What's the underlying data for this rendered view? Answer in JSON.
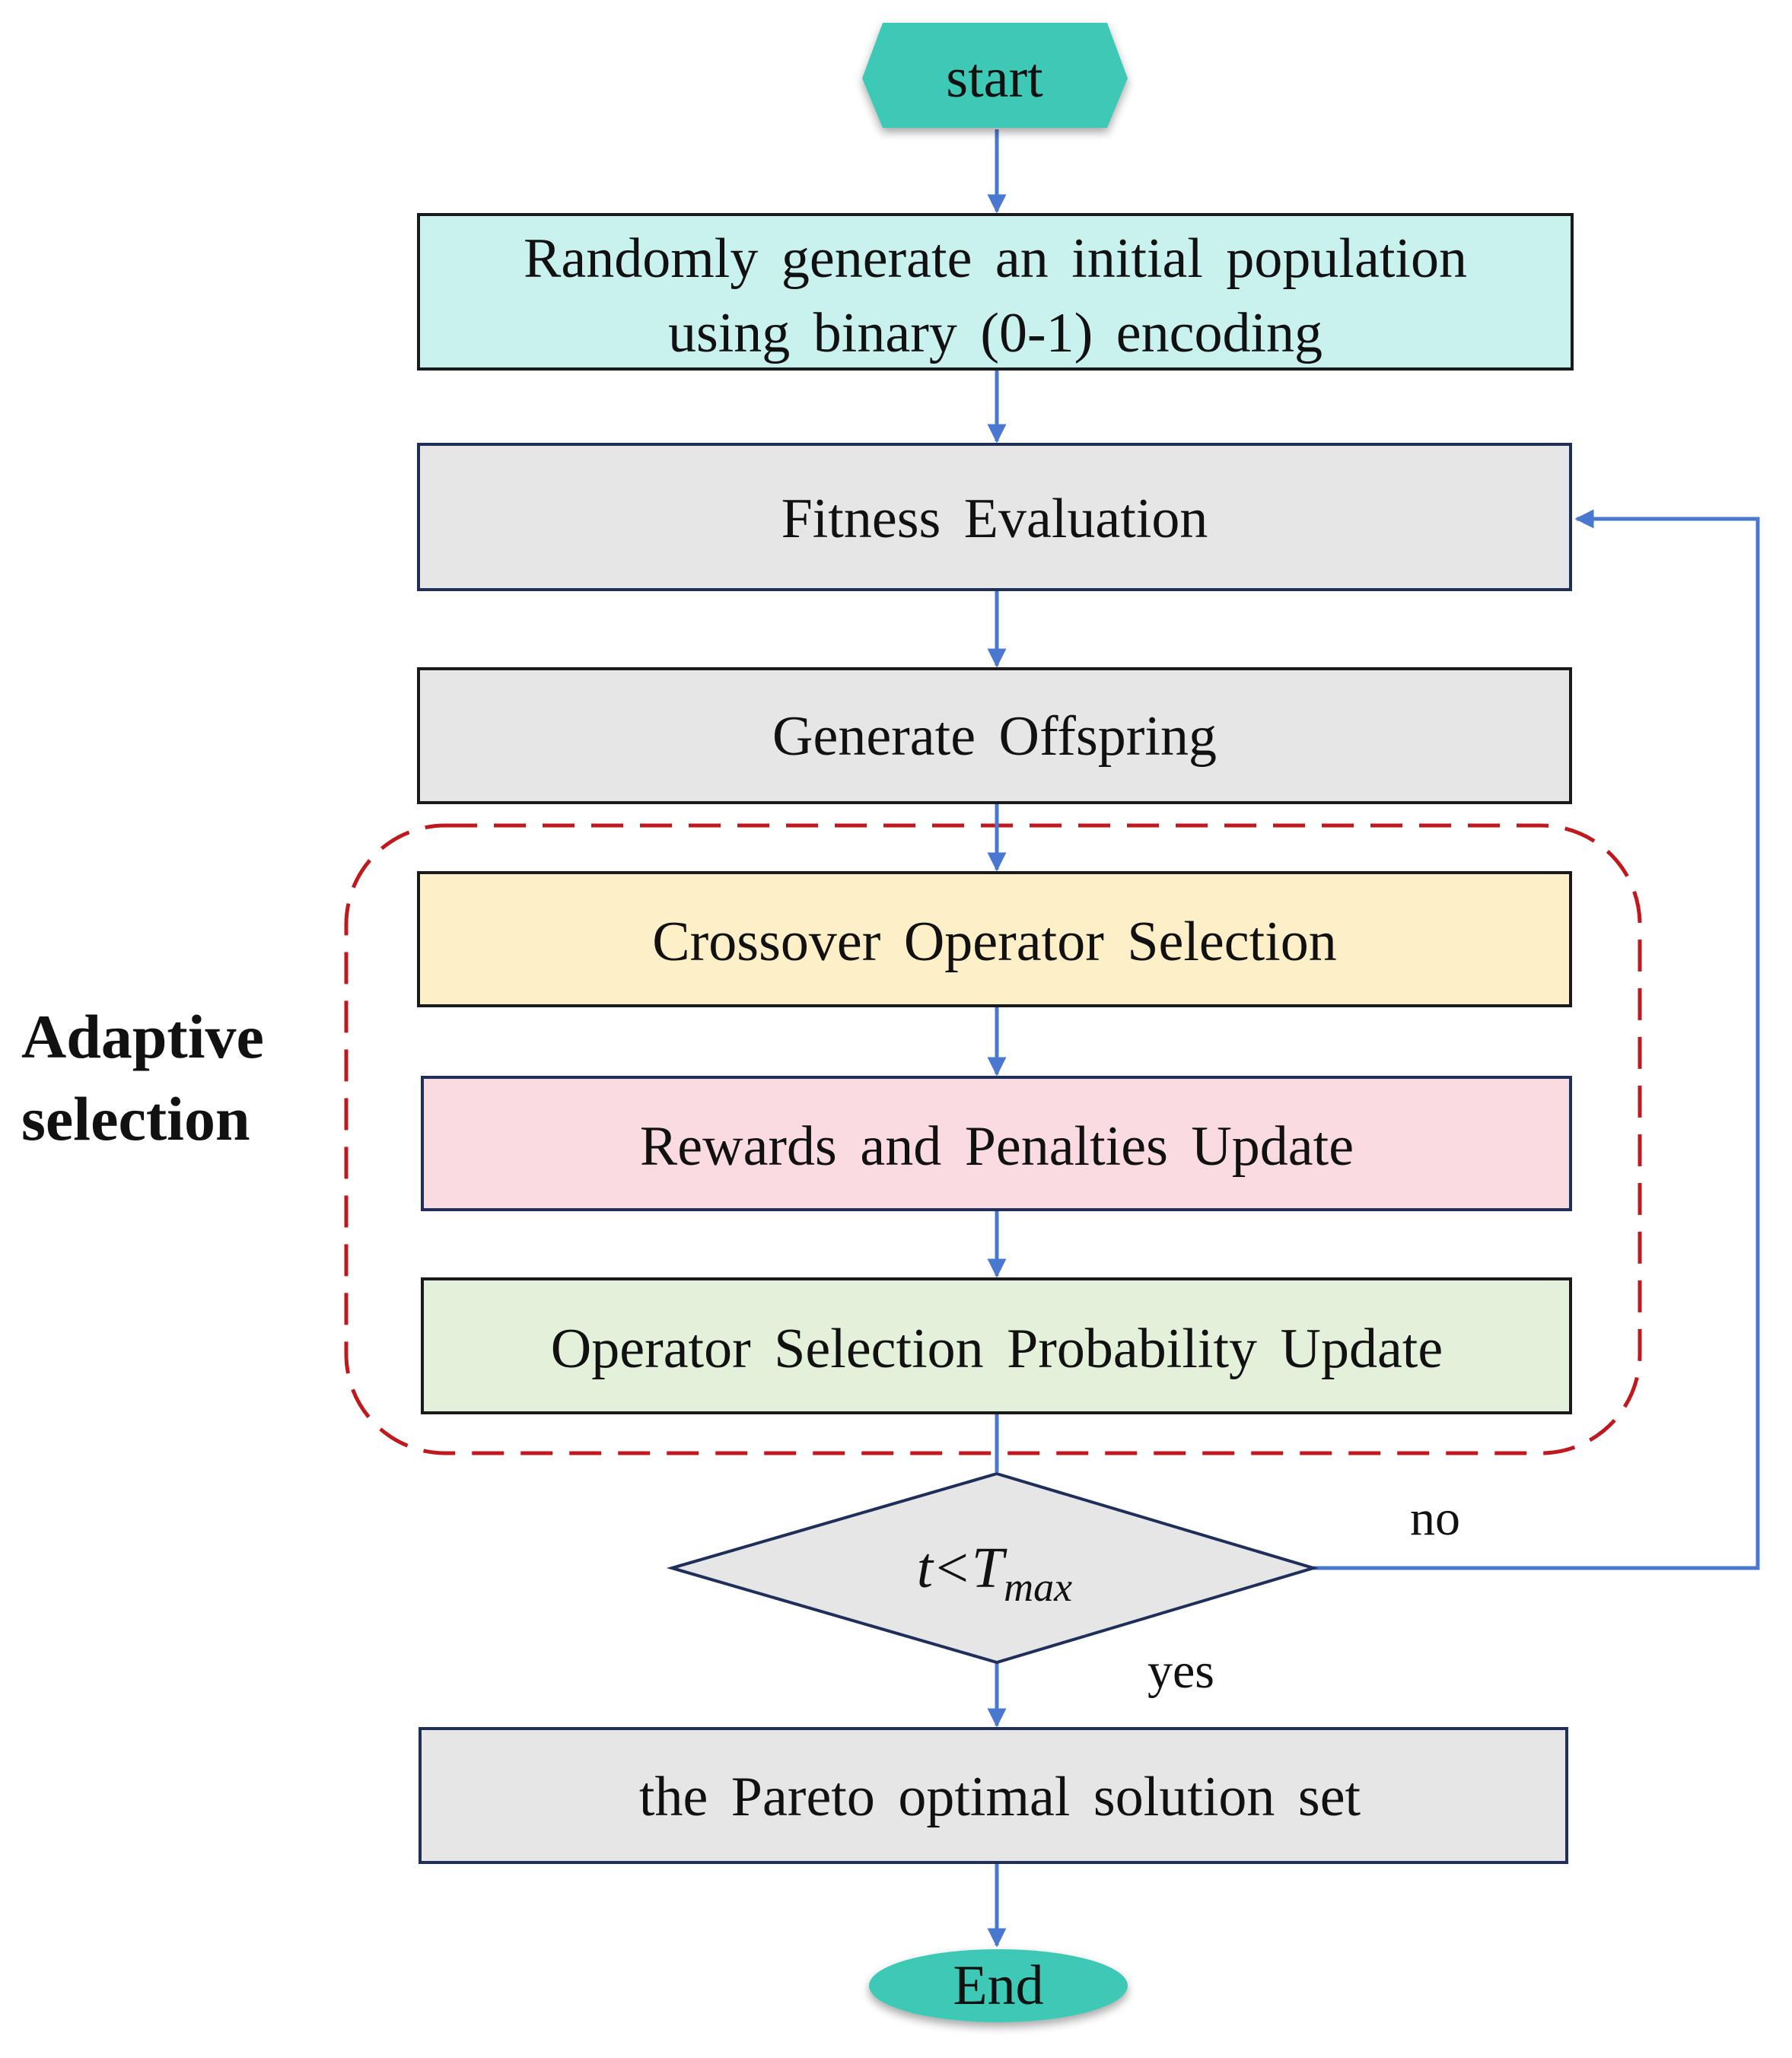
{
  "colors": {
    "terminal": "#3ec9b6",
    "init_box": "#c9f1ee",
    "process_box": "#e6e6e6",
    "crossover_box": "#fdefc7",
    "rewards_box": "#fadbe1",
    "probability_box": "#e4f1da",
    "arrow": "#4a78d0",
    "dashed_group": "#c0181f",
    "box_stroke": "#1a1a1a",
    "diamond_stroke": "#1f2f5a"
  },
  "nodes": {
    "start": "start",
    "init_line1": "Randomly generate an initial population",
    "init_line2": "using binary (0-1) encoding",
    "fitness": "Fitness Evaluation",
    "offspring": "Generate Offspring",
    "crossover": "Crossover Operator Selection",
    "rewards": "Rewards and Penalties Update",
    "probability": "Operator Selection Probability Update",
    "condition_var": "t",
    "condition_op": "<",
    "condition_T": "T",
    "condition_sub": "max",
    "pareto": "the Pareto optimal solution set",
    "end": "End"
  },
  "group": {
    "label_line1": "Adaptive",
    "label_line2": "selection"
  },
  "edges": {
    "no_label": "no",
    "yes_label": "yes"
  }
}
